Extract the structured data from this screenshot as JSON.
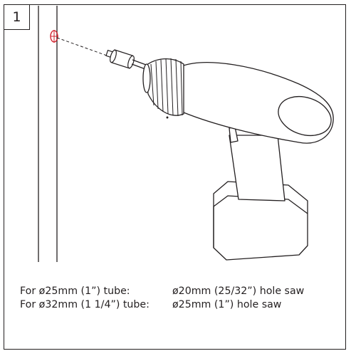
{
  "step_number": "1",
  "notes": [
    {
      "tube": "For ø25mm (1”) tube:",
      "saw": "ø20mm (25/32”) hole saw"
    },
    {
      "tube": "For ø32mm (1 1/4”) tube:",
      "saw": "ø25mm (1”) hole saw"
    }
  ],
  "icons": [
    "wall-panel",
    "pilot-hole-marker",
    "hole-saw-bit",
    "cordless-drill"
  ],
  "colors": {
    "line": "#231f20",
    "hole_marker": "#d21f2b",
    "background": "#ffffff"
  }
}
